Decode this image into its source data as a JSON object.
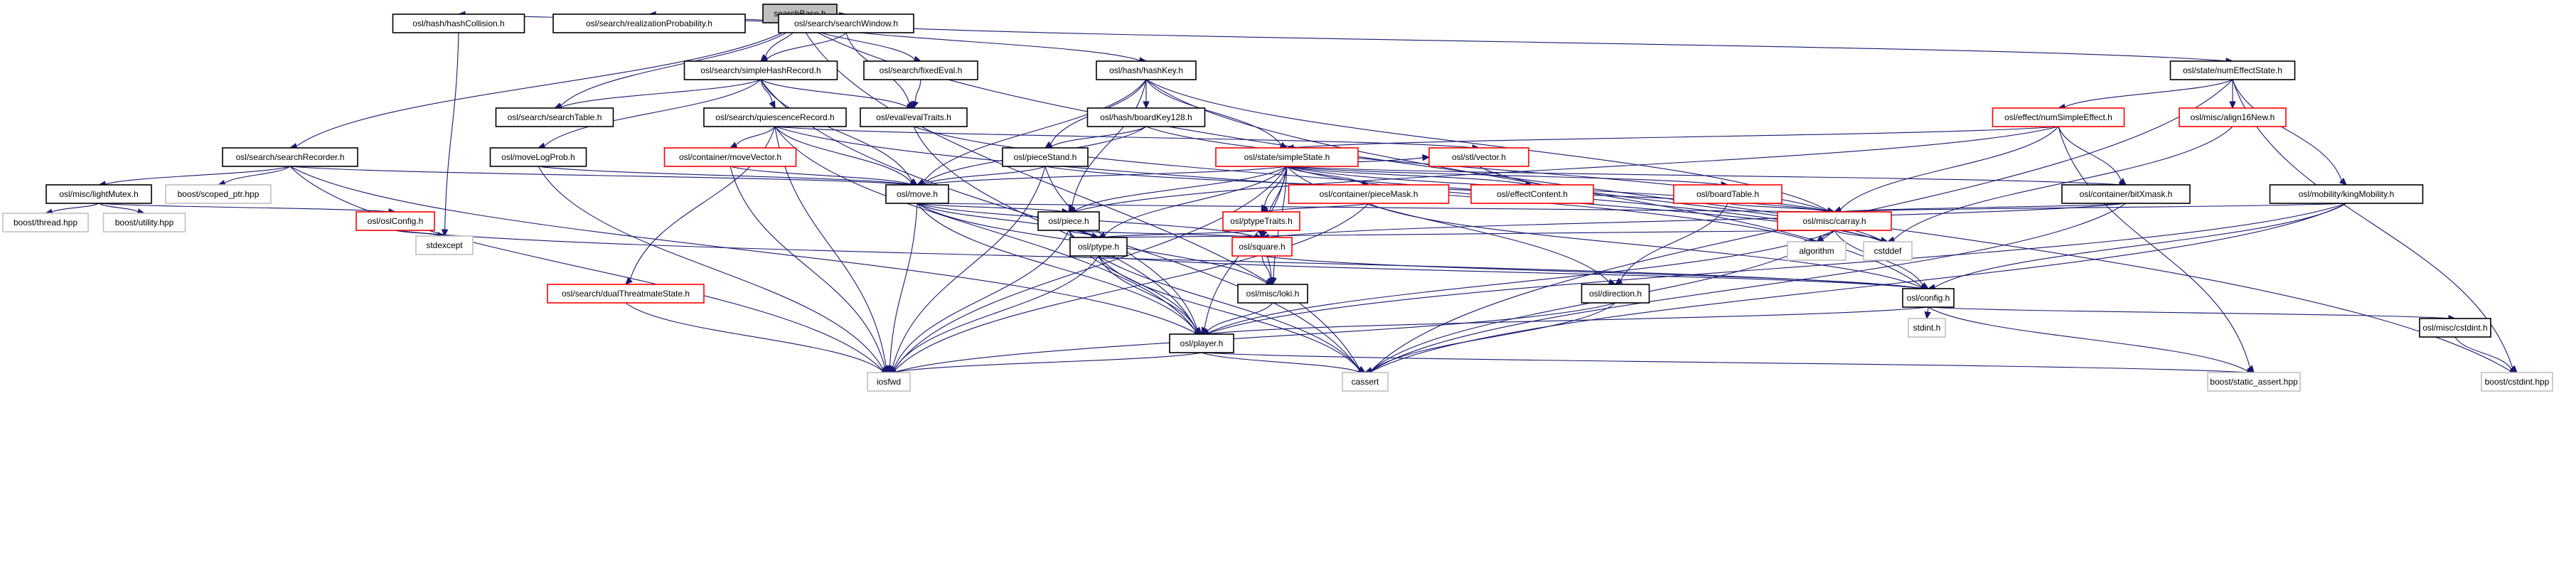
{
  "title": "searchBase.h",
  "colors": {
    "edge": "#191970",
    "truncated_border": "#ff0000",
    "external_border": "#bfbfbf",
    "root_fill": "#bfbfbf"
  },
  "nodes": [
    {
      "id": "searchBase",
      "label": "searchBase.h",
      "kind": "root"
    },
    {
      "id": "hashCollision",
      "label": "osl/hash/hashCollision.h",
      "kind": "normal"
    },
    {
      "id": "realizationProbability",
      "label": "osl/search/realizationProbability.h",
      "kind": "normal"
    },
    {
      "id": "searchWindow",
      "label": "osl/search/searchWindow.h",
      "kind": "normal"
    },
    {
      "id": "simpleHashRecord",
      "label": "osl/search/simpleHashRecord.h",
      "kind": "normal"
    },
    {
      "id": "fixedEval",
      "label": "osl/search/fixedEval.h",
      "kind": "normal"
    },
    {
      "id": "hashKey",
      "label": "osl/hash/hashKey.h",
      "kind": "normal"
    },
    {
      "id": "numEffectState",
      "label": "osl/state/numEffectState.h",
      "kind": "normal"
    },
    {
      "id": "searchTable",
      "label": "osl/search/searchTable.h",
      "kind": "normal"
    },
    {
      "id": "quiescenceRecord",
      "label": "osl/search/quiescenceRecord.h",
      "kind": "normal"
    },
    {
      "id": "evalTraits",
      "label": "osl/eval/evalTraits.h",
      "kind": "normal"
    },
    {
      "id": "boardKey128",
      "label": "osl/hash/boardKey128.h",
      "kind": "normal"
    },
    {
      "id": "numSimpleEffect",
      "label": "osl/effect/numSimpleEffect.h",
      "kind": "truncated"
    },
    {
      "id": "align16New",
      "label": "osl/misc/align16New.h",
      "kind": "truncated"
    },
    {
      "id": "searchRecorder",
      "label": "osl/search/searchRecorder.h",
      "kind": "normal"
    },
    {
      "id": "moveLogProb",
      "label": "osl/moveLogProb.h",
      "kind": "normal"
    },
    {
      "id": "moveVector",
      "label": "osl/container/moveVector.h",
      "kind": "truncated"
    },
    {
      "id": "pieceStand",
      "label": "osl/pieceStand.h",
      "kind": "normal"
    },
    {
      "id": "simpleState",
      "label": "osl/state/simpleState.h",
      "kind": "truncated"
    },
    {
      "id": "stlVector",
      "label": "osl/stl/vector.h",
      "kind": "truncated"
    },
    {
      "id": "lightMutex",
      "label": "osl/misc/lightMutex.h",
      "kind": "normal"
    },
    {
      "id": "scopedPtr",
      "label": "boost/scoped_ptr.hpp",
      "kind": "external"
    },
    {
      "id": "move",
      "label": "osl/move.h",
      "kind": "normal"
    },
    {
      "id": "pieceMask",
      "label": "osl/container/pieceMask.h",
      "kind": "truncated"
    },
    {
      "id": "effectContent",
      "label": "osl/effectContent.h",
      "kind": "truncated"
    },
    {
      "id": "boardTable",
      "label": "osl/boardTable.h",
      "kind": "truncated"
    },
    {
      "id": "bitXmask",
      "label": "osl/container/bitXmask.h",
      "kind": "normal"
    },
    {
      "id": "kingMobility",
      "label": "osl/mobility/kingMobility.h",
      "kind": "normal"
    },
    {
      "id": "boostThread",
      "label": "boost/thread.hpp",
      "kind": "external"
    },
    {
      "id": "boostUtility",
      "label": "boost/utility.hpp",
      "kind": "external"
    },
    {
      "id": "oslConfig",
      "label": "osl/oslConfig.h",
      "kind": "truncated"
    },
    {
      "id": "piece",
      "label": "osl/piece.h",
      "kind": "normal"
    },
    {
      "id": "ptypeTraits",
      "label": "osl/ptypeTraits.h",
      "kind": "truncated"
    },
    {
      "id": "carray",
      "label": "osl/misc/carray.h",
      "kind": "truncated"
    },
    {
      "id": "stdexcept",
      "label": "stdexcept",
      "kind": "external"
    },
    {
      "id": "ptype",
      "label": "osl/ptype.h",
      "kind": "normal"
    },
    {
      "id": "square",
      "label": "osl/square.h",
      "kind": "truncated"
    },
    {
      "id": "algorithm",
      "label": "algorithm",
      "kind": "external"
    },
    {
      "id": "cstddef",
      "label": "cstddef",
      "kind": "external"
    },
    {
      "id": "dualThreatmateState",
      "label": "osl/search/dualThreatmateState.h",
      "kind": "truncated"
    },
    {
      "id": "loki",
      "label": "osl/misc/loki.h",
      "kind": "normal"
    },
    {
      "id": "direction",
      "label": "osl/direction.h",
      "kind": "normal"
    },
    {
      "id": "config",
      "label": "osl/config.h",
      "kind": "normal"
    },
    {
      "id": "stdint",
      "label": "stdint.h",
      "kind": "external"
    },
    {
      "id": "player",
      "label": "osl/player.h",
      "kind": "normal"
    },
    {
      "id": "cstdintOsl",
      "label": "osl/misc/cstdint.h",
      "kind": "normal"
    },
    {
      "id": "iosfwd",
      "label": "iosfwd",
      "kind": "external"
    },
    {
      "id": "cassert",
      "label": "cassert",
      "kind": "external"
    },
    {
      "id": "staticAssert",
      "label": "boost/static_assert.hpp",
      "kind": "external"
    },
    {
      "id": "boostCstdint",
      "label": "boost/cstdint.hpp",
      "kind": "external"
    }
  ],
  "edges": [
    [
      "searchBase",
      "hashCollision"
    ],
    [
      "searchBase",
      "realizationProbability"
    ],
    [
      "searchBase",
      "searchWindow"
    ],
    [
      "searchBase",
      "simpleHashRecord"
    ],
    [
      "searchBase",
      "fixedEval"
    ],
    [
      "searchBase",
      "hashKey"
    ],
    [
      "searchBase",
      "numEffectState"
    ],
    [
      "searchBase",
      "searchTable"
    ],
    [
      "searchBase",
      "searchRecorder"
    ],
    [
      "searchBase",
      "cassert"
    ],
    [
      "searchBase",
      "boostCstdint"
    ],
    [
      "hashCollision",
      "stdexcept"
    ],
    [
      "searchWindow",
      "simpleHashRecord"
    ],
    [
      "searchWindow",
      "evalTraits"
    ],
    [
      "fixedEval",
      "evalTraits"
    ],
    [
      "simpleHashRecord",
      "searchTable"
    ],
    [
      "simpleHashRecord",
      "quiescenceRecord"
    ],
    [
      "simpleHashRecord",
      "evalTraits"
    ],
    [
      "simpleHashRecord",
      "moveLogProb"
    ],
    [
      "simpleHashRecord",
      "move"
    ],
    [
      "simpleHashRecord",
      "cassert"
    ],
    [
      "hashKey",
      "boardKey128"
    ],
    [
      "hashKey",
      "pieceStand"
    ],
    [
      "hashKey",
      "simpleState"
    ],
    [
      "hashKey",
      "move"
    ],
    [
      "hashKey",
      "carray"
    ],
    [
      "hashKey",
      "config"
    ],
    [
      "hashKey",
      "piece"
    ],
    [
      "numEffectState",
      "numSimpleEffect"
    ],
    [
      "numEffectState",
      "align16New"
    ],
    [
      "numEffectState",
      "kingMobility"
    ],
    [
      "numEffectState",
      "boostCstdint"
    ],
    [
      "numEffectState",
      "cassert"
    ],
    [
      "quiescenceRecord",
      "moveVector"
    ],
    [
      "quiescenceRecord",
      "stlVector"
    ],
    [
      "quiescenceRecord",
      "move"
    ],
    [
      "quiescenceRecord",
      "dualThreatmateState"
    ],
    [
      "quiescenceRecord",
      "iosfwd"
    ],
    [
      "quiescenceRecord",
      "player"
    ],
    [
      "quiescenceRecord",
      "algorithm"
    ],
    [
      "evalTraits",
      "player"
    ],
    [
      "evalTraits",
      "cstddef"
    ],
    [
      "boardKey128",
      "pieceStand"
    ],
    [
      "boardKey128",
      "carray"
    ],
    [
      "boardKey128",
      "move"
    ],
    [
      "numSimpleEffect",
      "simpleState"
    ],
    [
      "numSimpleEffect",
      "bitXmask"
    ],
    [
      "numSimpleEffect",
      "carray"
    ],
    [
      "numSimpleEffect",
      "piece"
    ],
    [
      "numSimpleEffect",
      "staticAssert"
    ],
    [
      "align16New",
      "cstddef"
    ],
    [
      "searchRecorder",
      "lightMutex"
    ],
    [
      "searchRecorder",
      "scopedPtr"
    ],
    [
      "searchRecorder",
      "move"
    ],
    [
      "searchRecorder",
      "iosfwd"
    ],
    [
      "searchRecorder",
      "player"
    ],
    [
      "moveLogProb",
      "move"
    ],
    [
      "moveLogProb",
      "iosfwd"
    ],
    [
      "moveVector",
      "move"
    ],
    [
      "moveVector",
      "iosfwd"
    ],
    [
      "pieceStand",
      "move"
    ],
    [
      "pieceStand",
      "iosfwd"
    ],
    [
      "pieceStand",
      "player"
    ],
    [
      "pieceStand",
      "carray"
    ],
    [
      "simpleState",
      "stlVector"
    ],
    [
      "simpleState",
      "move"
    ],
    [
      "simpleState",
      "piece"
    ],
    [
      "simpleState",
      "pieceMask"
    ],
    [
      "simpleState",
      "effectContent"
    ],
    [
      "simpleState",
      "boardTable"
    ],
    [
      "simpleState",
      "bitXmask"
    ],
    [
      "simpleState",
      "carray"
    ],
    [
      "simpleState",
      "ptypeTraits"
    ],
    [
      "simpleState",
      "ptype"
    ],
    [
      "simpleState",
      "square"
    ],
    [
      "simpleState",
      "loki"
    ],
    [
      "simpleState",
      "direction"
    ],
    [
      "simpleState",
      "player"
    ],
    [
      "simpleState",
      "iosfwd"
    ],
    [
      "simpleState",
      "cstddef"
    ],
    [
      "stlVector",
      "cstddef"
    ],
    [
      "lightMutex",
      "boostThread"
    ],
    [
      "lightMutex",
      "boostUtility"
    ],
    [
      "lightMutex",
      "oslConfig"
    ],
    [
      "move",
      "piece"
    ],
    [
      "move",
      "ptype"
    ],
    [
      "move",
      "square"
    ],
    [
      "move",
      "player"
    ],
    [
      "move",
      "iosfwd"
    ],
    [
      "move",
      "loki"
    ],
    [
      "move",
      "carray"
    ],
    [
      "pieceMask",
      "ptypeTraits"
    ],
    [
      "pieceMask",
      "config"
    ],
    [
      "pieceMask",
      "iosfwd"
    ],
    [
      "boardTable",
      "carray"
    ],
    [
      "boardTable",
      "direction"
    ],
    [
      "bitXmask",
      "carray"
    ],
    [
      "bitXmask",
      "square"
    ],
    [
      "bitXmask",
      "cassert"
    ],
    [
      "kingMobility",
      "carray"
    ],
    [
      "kingMobility",
      "config"
    ],
    [
      "kingMobility",
      "player"
    ],
    [
      "kingMobility",
      "cassert"
    ],
    [
      "oslConfig",
      "stdexcept"
    ],
    [
      "oslConfig",
      "config"
    ],
    [
      "piece",
      "ptype"
    ],
    [
      "piece",
      "square"
    ],
    [
      "piece",
      "player"
    ],
    [
      "piece",
      "iosfwd"
    ],
    [
      "piece",
      "cassert"
    ],
    [
      "ptypeTraits",
      "ptype"
    ],
    [
      "ptypeTraits",
      "square"
    ],
    [
      "ptypeTraits",
      "loki"
    ],
    [
      "carray",
      "algorithm"
    ],
    [
      "carray",
      "cstddef"
    ],
    [
      "carray",
      "config"
    ],
    [
      "carray",
      "player"
    ],
    [
      "carray",
      "cassert"
    ],
    [
      "carray",
      "ptype"
    ],
    [
      "ptype",
      "player"
    ],
    [
      "ptype",
      "config"
    ],
    [
      "ptype",
      "iosfwd"
    ],
    [
      "ptype",
      "cassert"
    ],
    [
      "square",
      "loki"
    ],
    [
      "square",
      "config"
    ],
    [
      "dualThreatmateState",
      "iosfwd"
    ],
    [
      "loki",
      "player"
    ],
    [
      "direction",
      "iosfwd"
    ],
    [
      "direction",
      "cassert"
    ],
    [
      "config",
      "stdint"
    ],
    [
      "config",
      "cstdintOsl"
    ],
    [
      "config",
      "staticAssert"
    ],
    [
      "config",
      "player"
    ],
    [
      "player",
      "iosfwd"
    ],
    [
      "player",
      "cassert"
    ],
    [
      "player",
      "staticAssert"
    ],
    [
      "cstdintOsl",
      "boostCstdint"
    ]
  ]
}
